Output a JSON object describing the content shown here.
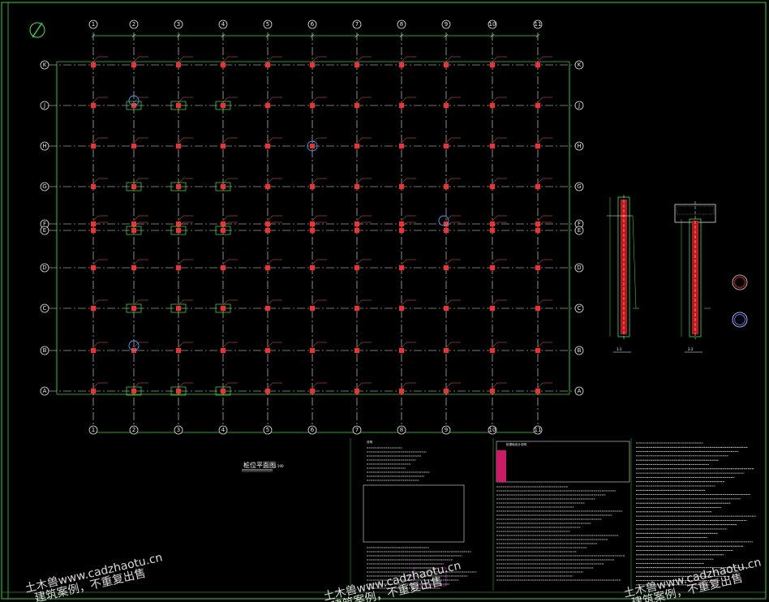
{
  "drawing": {
    "plan_title": "桩位平面图",
    "plan_scale": "1:100",
    "north_symbol": "north-arrow"
  },
  "grid": {
    "columns": [
      "1",
      "2",
      "3",
      "4",
      "5",
      "6",
      "7",
      "8",
      "9",
      "10",
      "11"
    ],
    "rows": [
      "K",
      "J",
      "H",
      "G",
      "F",
      "E",
      "D",
      "C",
      "B",
      "A"
    ]
  },
  "sections": {
    "left_label": "1-1",
    "right_label": "2-2"
  },
  "notes": {
    "heading_1": "说明",
    "heading_2": "桩基础设计说明"
  },
  "watermarks": [
    "土木兽www.cadzhaotu.cn",
    "建筑案例，不重复出售",
    "土木兽www.cadzhaotu.cn",
    "建筑案例，不重复出售",
    "土木兽www.cadzhaotu.cn",
    "建筑案例，不重复出售"
  ],
  "colors": {
    "background": "#000000",
    "grid": "#e8e8e8",
    "dimension": "#33dd33",
    "pile": "#ff2a2a",
    "annotation": "#ff3030"
  }
}
